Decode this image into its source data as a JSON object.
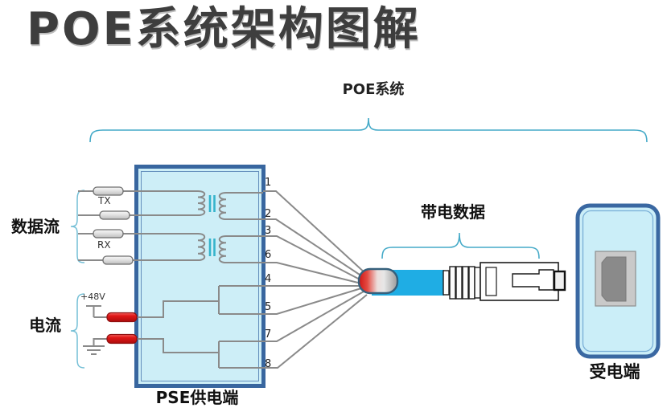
{
  "title": "POE系统架构图解",
  "diagram": {
    "system_label": "POE系统",
    "pse_box": {
      "label": "PSE供电端",
      "tx": "TX",
      "rx": "RX",
      "voltage": "+48V"
    },
    "groups": {
      "data_flow": "数据流",
      "current": "电流"
    },
    "pins": [
      "1",
      "2",
      "3",
      "6",
      "4",
      "5",
      "7",
      "8"
    ],
    "cable": {
      "label": "带电数据"
    },
    "powered_device": {
      "label": "受电端"
    },
    "colors": {
      "brace": "#45aac8",
      "pse_fill": "#cdeef7",
      "pse_border": "#38669f",
      "wire_gray": "#8a8a8a",
      "transformer_core": "#35b4cb",
      "power_red": "#d91c1c",
      "cable_blue": "#1fade4",
      "device_fill": "#cbeef8",
      "device_border": "#3a68a2"
    }
  }
}
